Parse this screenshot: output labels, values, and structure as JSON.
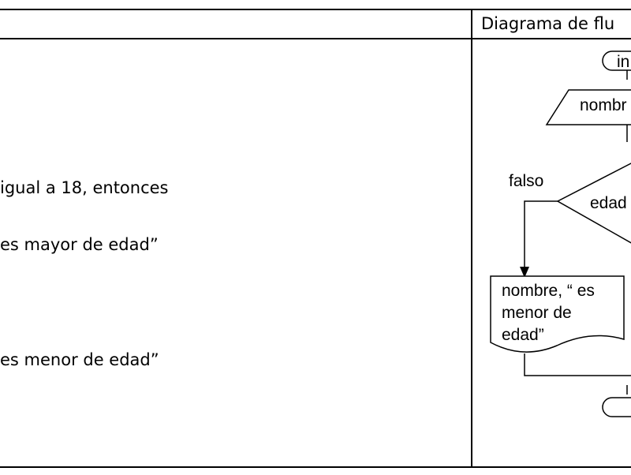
{
  "table": {
    "header": "Diagrama de flu"
  },
  "pseudocode": {
    "lines": [
      "igual a 18, entonces",
      "es mayor de edad”",
      "es menor de edad”"
    ]
  },
  "flowchart": {
    "start_label": "in",
    "input_label": "nombr",
    "decision_label": "edad",
    "false_label": "falso",
    "output_lines": [
      "nombre, “ es",
      "menor de",
      "edad”"
    ]
  }
}
